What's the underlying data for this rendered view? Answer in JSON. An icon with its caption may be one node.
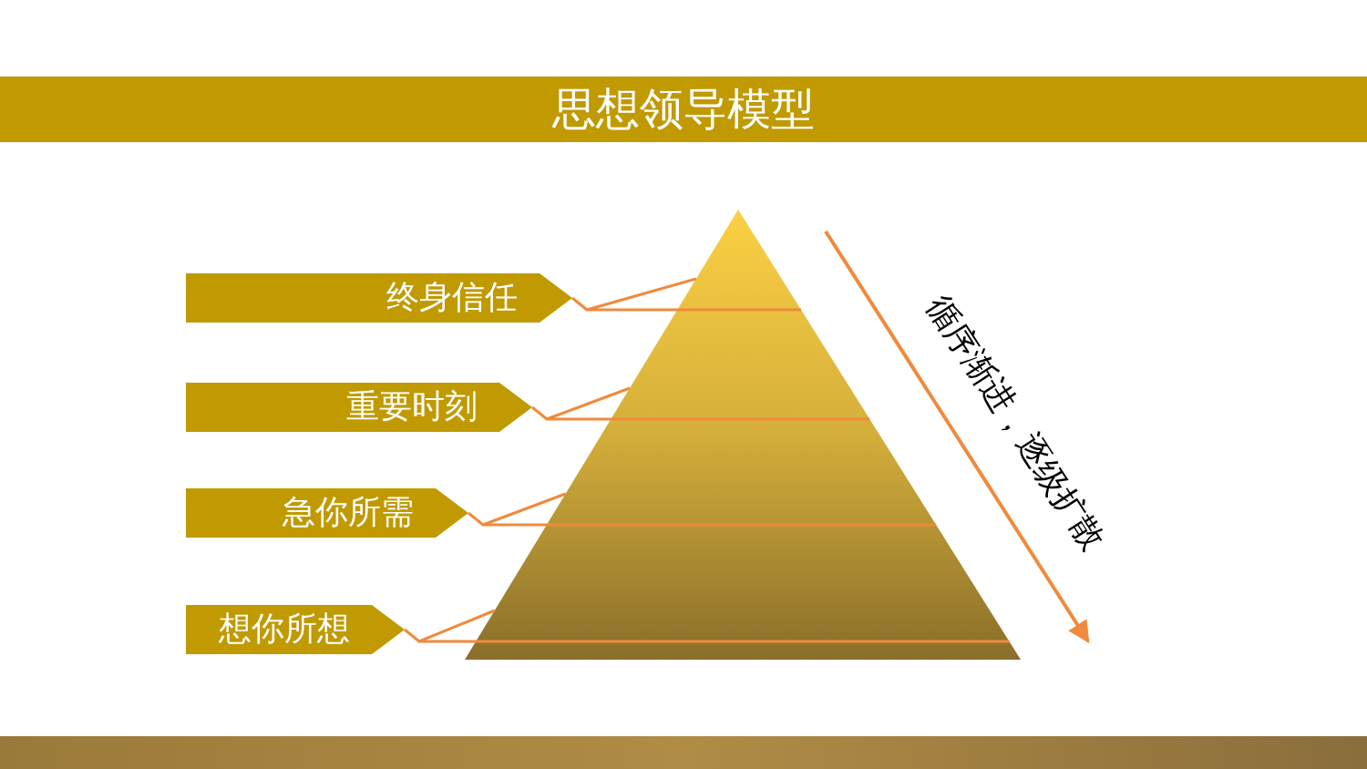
{
  "diagram": {
    "title": "思想领导模型",
    "nodes": [
      {
        "text": [
          "终身信任"
        ]
      },
      {
        "text": [
          "重要时刻"
        ]
      },
      {
        "text": [
          "急你所需"
        ]
      },
      {
        "text": [
          "想你所想"
        ]
      },
      {
        "text": [],
        "shape": "triangle"
      }
    ],
    "edges": [
      {
        "from": 0,
        "to": 4,
        "arrow": "none",
        "color": "#f08a3c"
      },
      {
        "from": 1,
        "to": 4,
        "arrow": "none",
        "color": "#f08a3c"
      },
      {
        "from": 2,
        "to": 4,
        "arrow": "none",
        "color": "#f08a3c"
      },
      {
        "from": 3,
        "to": 4,
        "arrow": "none",
        "color": "#f08a3c"
      }
    ],
    "labels": [
      "循序渐进，逐级扩散"
    ]
  }
}
